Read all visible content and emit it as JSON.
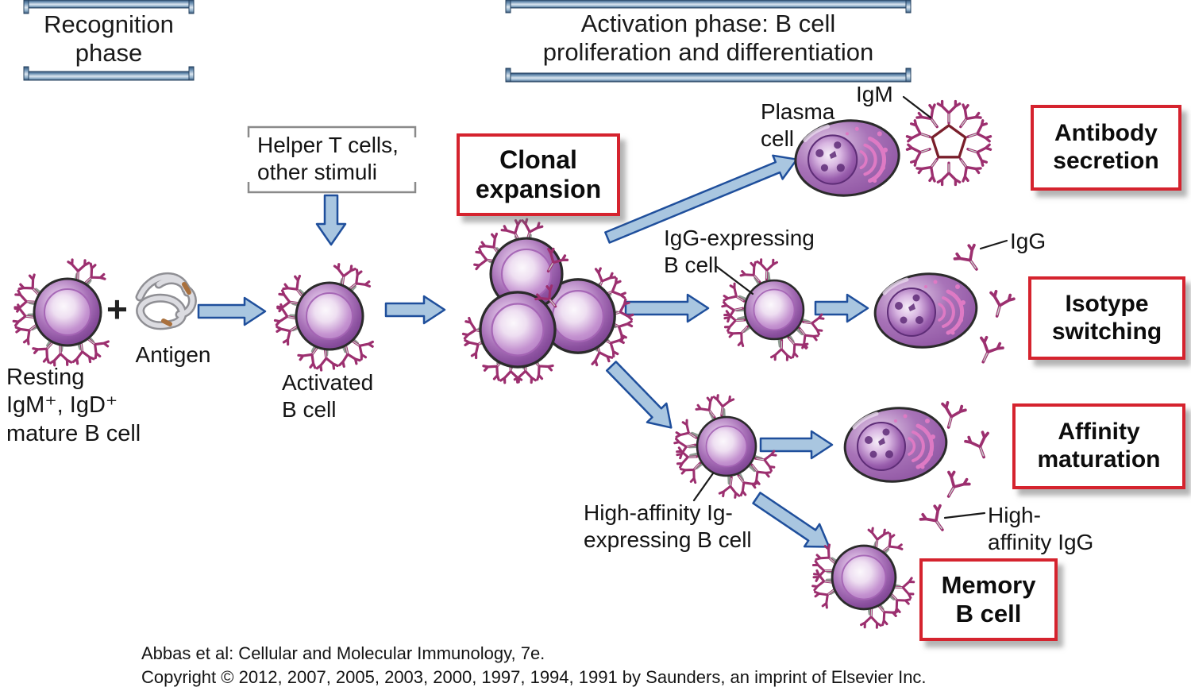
{
  "headers": {
    "recognition_phase": "Recognition\nphase",
    "activation_phase": "Activation phase: B cell\nproliferation and differentiation"
  },
  "stage_boxes": {
    "clonal_expansion": "Clonal\nexpansion",
    "antibody_secretion": "Antibody\nsecretion",
    "isotype_switching": "Isotype\nswitching",
    "affinity_maturation": "Affinity\nmaturation",
    "memory_b_cell": "Memory\nB cell"
  },
  "labels": {
    "resting_b_cell": "Resting\nIgM⁺, IgD⁺\nmature B cell",
    "plus_sign": "+",
    "antigen": "Antigen",
    "helper_t_cells": "Helper T cells,\nother stimuli",
    "activated_b_cell": "Activated\nB cell",
    "plasma_cell": "Plasma\ncell",
    "igm": "IgM",
    "igg_expressing_b_cell": "IgG-expressing\nB cell",
    "igg": "IgG",
    "high_affinity_b_cell": "High-affinity Ig-\nexpressing B cell",
    "high_affinity_igg": "High-\naffinity IgG"
  },
  "credits": {
    "line1": "Abbas et al: Cellular and Molecular Immunology, 7e.",
    "line2": "Copyright © 2012, 2007, 2005, 2003, 2000, 1997, 1994, 1991 by Saunders, an imprint of Elsevier Inc."
  },
  "palette": {
    "stage_box_border": "#d5232e",
    "arrow_fill": "#a9c6e0",
    "arrow_stroke": "#1f4f9c",
    "cell_purple": "#8a4f9e",
    "antibody_magenta": "#9c2f6f",
    "header_bar_dark": "#2e4f73",
    "header_bar_light": "#dbe6f0"
  }
}
